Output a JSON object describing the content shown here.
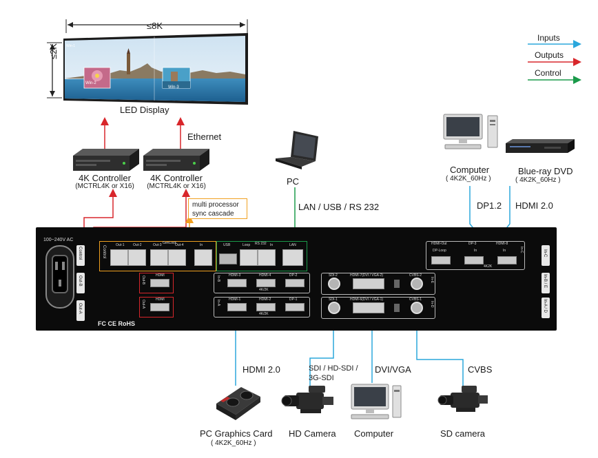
{
  "legend": {
    "inputs": "Inputs",
    "outputs": "Outputs",
    "control": "Control",
    "colors": {
      "inputs": "#2aa7dc",
      "outputs": "#d8262b",
      "control": "#1a9a4a"
    }
  },
  "led": {
    "width_label": "≤8K",
    "height_label": "≤2K",
    "caption": "LED  Display",
    "win1": "Win-1",
    "win2": "Win-2",
    "win3": "Win-3"
  },
  "ethernet": "Ethernet",
  "controllers": [
    {
      "title": "4K  Controller",
      "model": "(MCTRL4K or X16)"
    },
    {
      "title": "4K  Controller",
      "model": "(MCTRL4K or X16)"
    }
  ],
  "cascade_note": [
    "multi processor",
    "sync cascade"
  ],
  "pc": {
    "label": "PC",
    "link": "LAN / USB / RS 232"
  },
  "computer_top": {
    "label": "Computer",
    "res": "( 4K2K_60Hz )",
    "link": "DP1.2"
  },
  "bluray": {
    "label": "Blue-ray DVD",
    "res": "( 4K2K_60Hz )",
    "link": "HDMI 2.0"
  },
  "panel": {
    "power": "100~240V  AC",
    "side_control": "Control",
    "side_outb": "Out-B",
    "side_outa": "Out-A",
    "group_control": "Control",
    "out1": "Out-1",
    "out2": "Out-2",
    "out3": "Out-3",
    "out4": "Out-4",
    "genlock": "GenLock",
    "in": "In",
    "usb": "USB",
    "loop": "Loop",
    "rs232": "RS 232",
    "lan": "LAN",
    "hdmi": "HDMI",
    "outb_tag": "Out-B",
    "outa_tag": "Out-A",
    "ing_tag": "In-B",
    "inf_tag": "In-A",
    "hdmi3": "HDMI-3",
    "hdmi4": "HDMI-4",
    "dp2": "DP-2",
    "hdmi1": "HDMI-1",
    "hdmi2": "HDMI-2",
    "dp1": "DP-1",
    "k4": "4K/2K",
    "sdi2": "SDI-2",
    "hdmi7": "HDMI-7(DVI / VGA-2)",
    "cvbs2": "CVBS-2",
    "ine_tag": "In-E",
    "sdi1": "SDI-1",
    "hdmi6": "HDMI-6(DVI / VGA-1)",
    "cvbs1": "CVBS-1",
    "ind_tag": "In-D",
    "hdmi_out": "HDMI-Out",
    "dp3": "DP-3",
    "hdmi8": "HDMI-8",
    "dp_loop": "DP-Loop",
    "in_c": "In",
    "in_c2": "In",
    "k4b": "4K2K",
    "inc_tag": "In-C",
    "right_inc": "In-C",
    "right_inbe": "In-B / E",
    "right_inad": "In-A / D",
    "cert": "FC  CE  RoHS"
  },
  "bottom": {
    "hdmi20": "HDMI 2.0",
    "sdi": [
      "SDI / HD-SDI /",
      "3G-SDI"
    ],
    "dvi": "DVI/VGA",
    "cvbs": "CVBS",
    "gpu": "PC Graphics Card",
    "gpu_res": "( 4K2K_60Hz )",
    "hdcam": "HD Camera",
    "computer": "Computer",
    "sdcam": "SD camera"
  }
}
